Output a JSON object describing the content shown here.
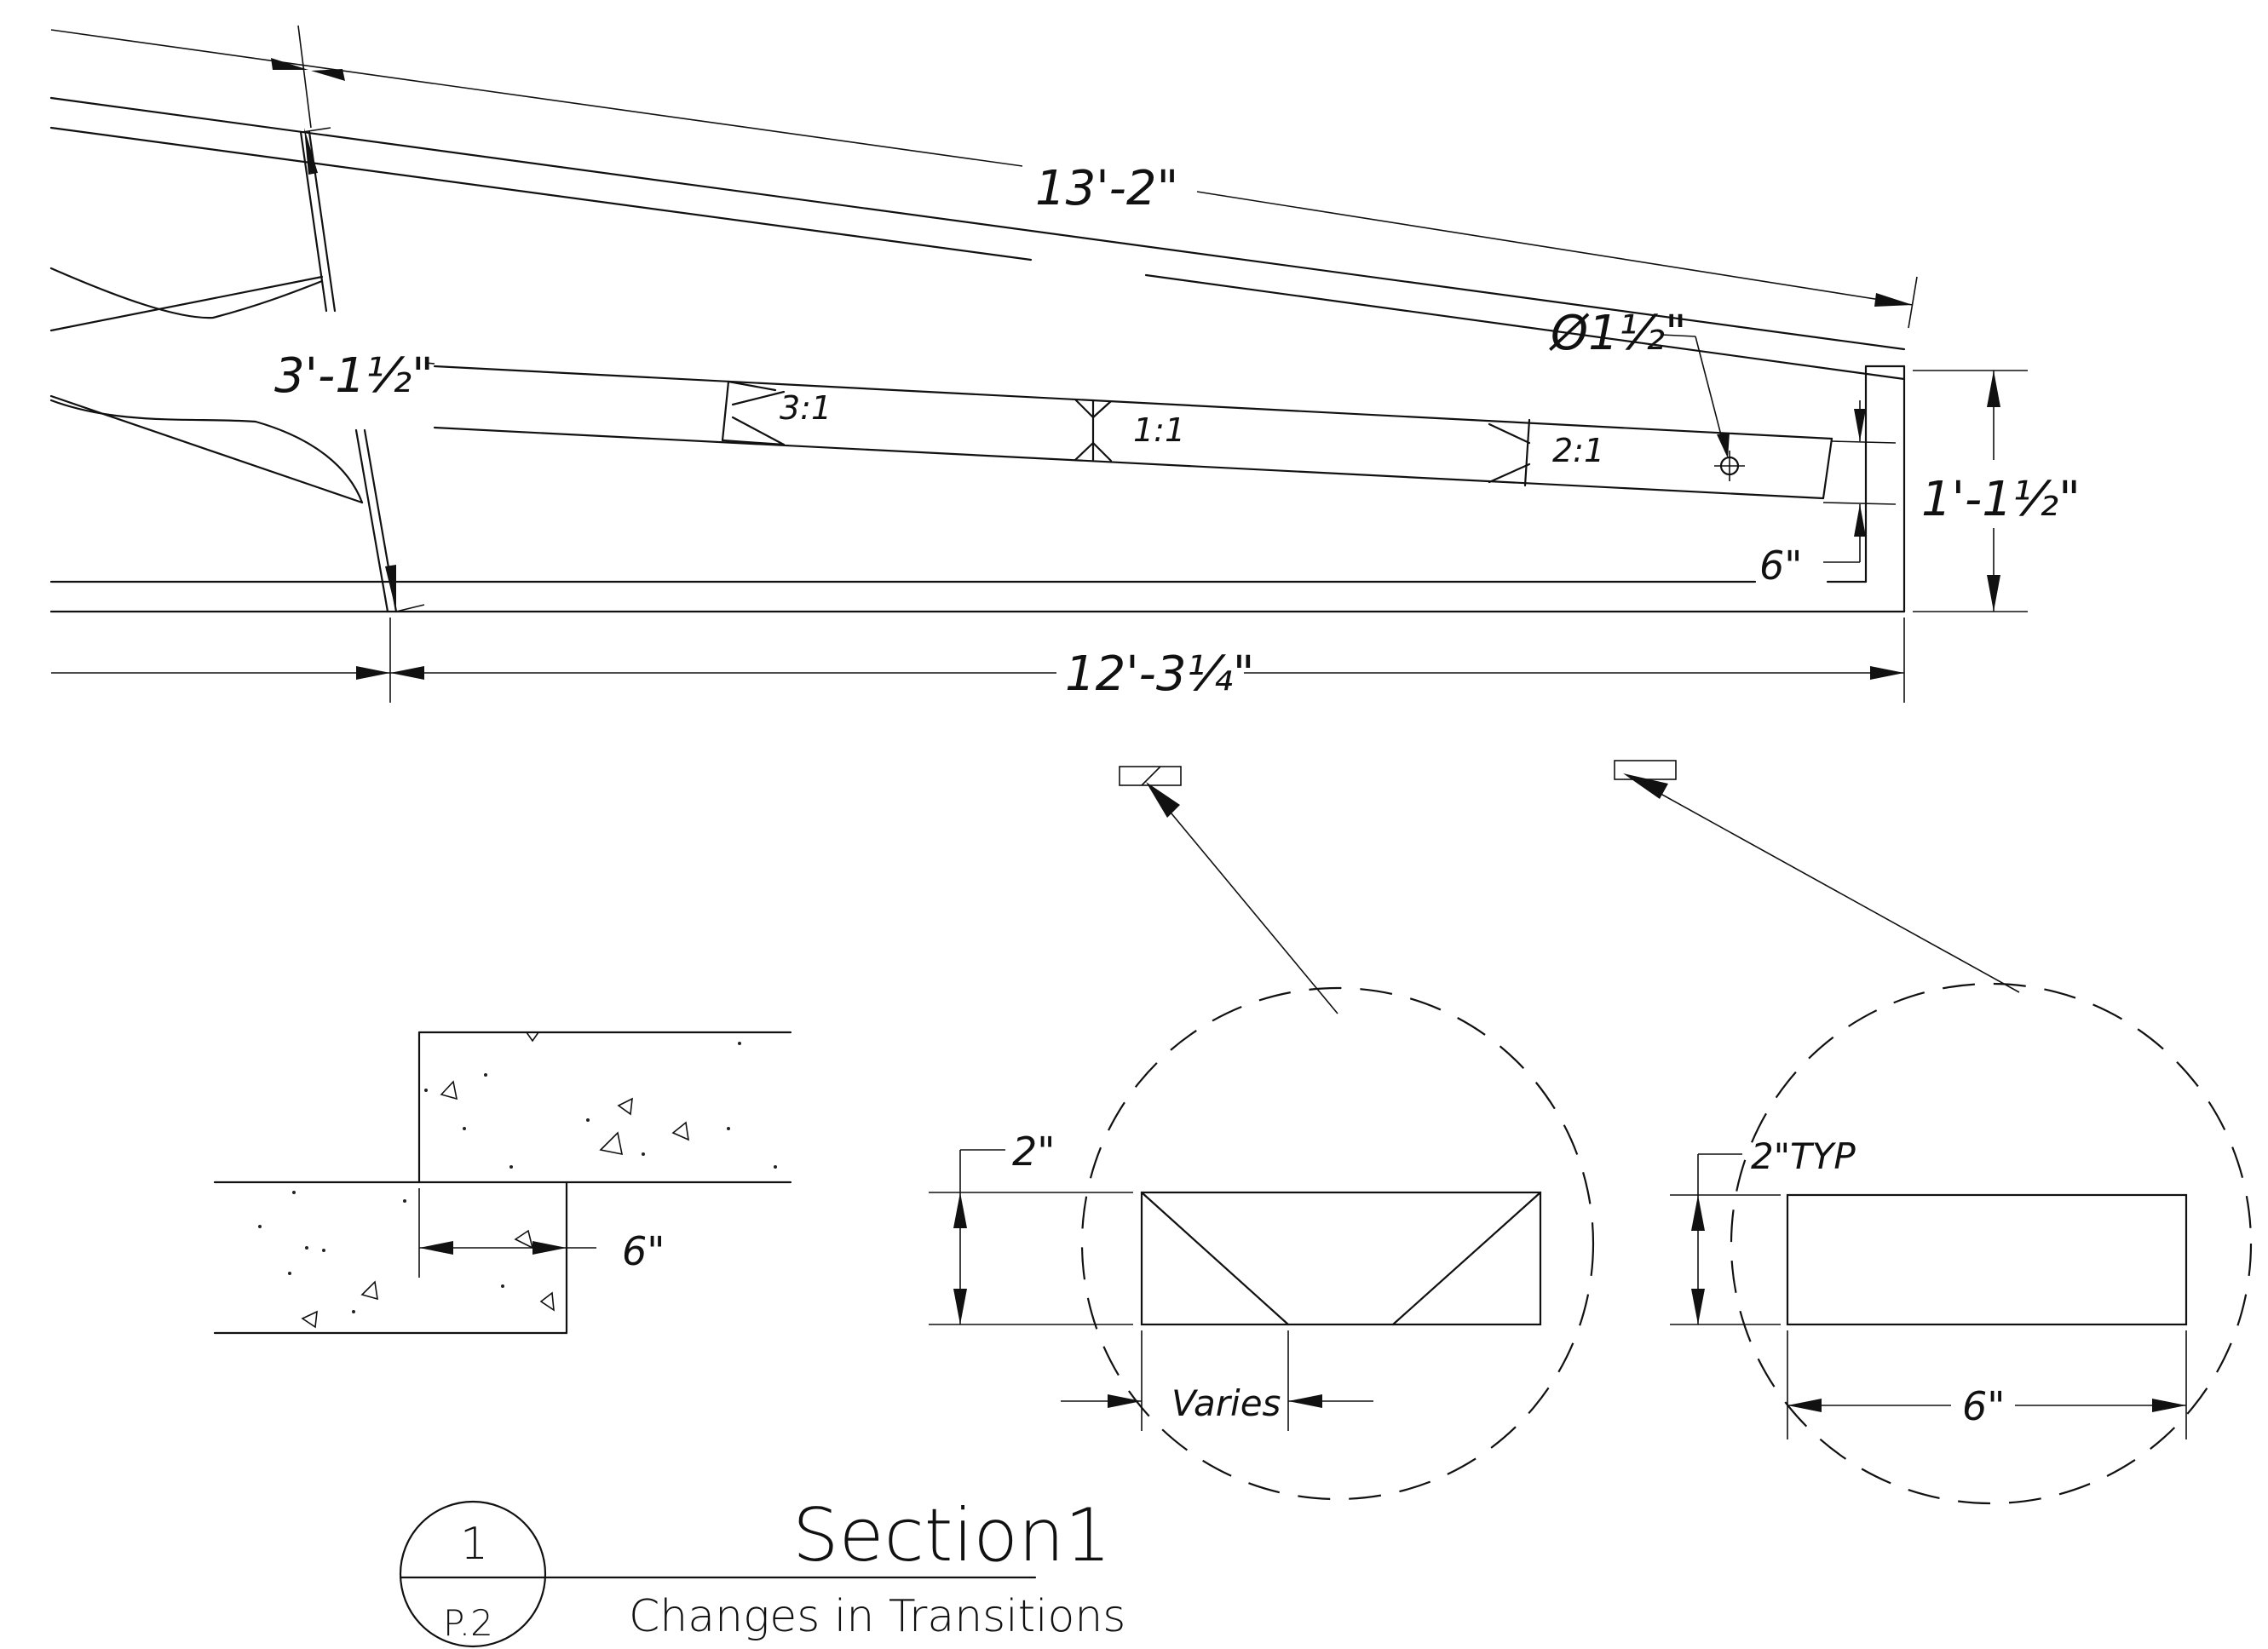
{
  "dimensions": {
    "top_length": "13'-2\"",
    "diameter": "Ø1½\"",
    "left_height": "3'-1½\"",
    "right_height": "1'-1½\"",
    "bottom_length": "12'-3¼\"",
    "side_six": "6\"",
    "step_six": "6\"",
    "detail_left_height": "2\"",
    "detail_left_width": "Varies",
    "detail_right_height": "2\"TYP",
    "detail_right_width": "6\""
  },
  "ratios": {
    "r31": "3:1",
    "r11": "1:1",
    "r21": "2:1"
  },
  "title_block": {
    "number": "1",
    "sheet": "P.2",
    "title": "Section1",
    "subtitle": "Changes in Transitions"
  }
}
